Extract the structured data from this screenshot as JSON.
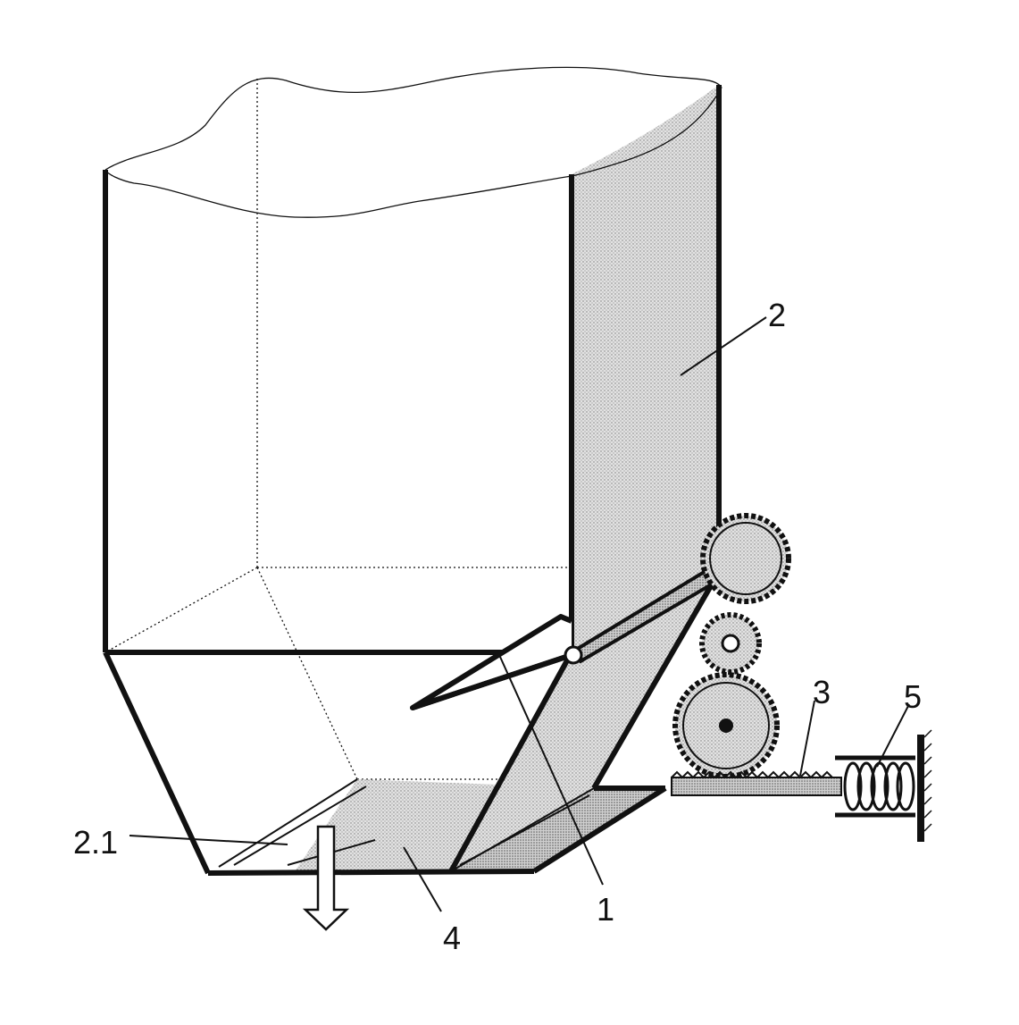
{
  "figure": {
    "labels": {
      "flap": "1",
      "hopper_wall": "2",
      "discharge_opening": "2.1",
      "rack": "3",
      "bottom": "4",
      "spring": "5"
    }
  },
  "colors": {
    "ink": "#111111",
    "shade": "#c8c8c8",
    "background": "#ffffff"
  }
}
